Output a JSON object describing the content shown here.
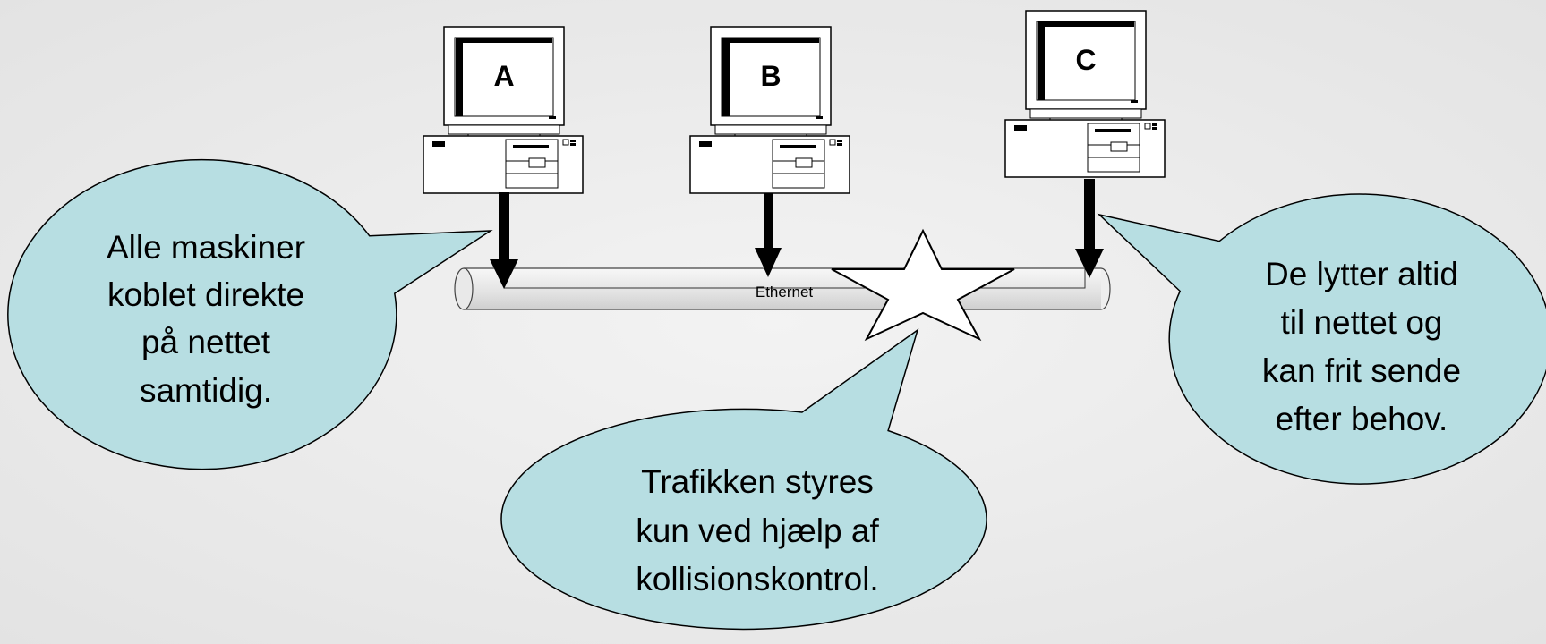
{
  "computers": [
    {
      "label": "A"
    },
    {
      "label": "B"
    },
    {
      "label": "C"
    }
  ],
  "network": {
    "label": "Ethernet"
  },
  "callouts": {
    "left": [
      "Alle maskiner",
      "koblet direkte",
      "på nettet",
      "samtidig."
    ],
    "center": [
      "Trafikken styres",
      "kun ved hjælp af",
      "kollisionskontrol."
    ],
    "right": [
      "De lytter altid",
      "til nettet og",
      "kan frit sende",
      "efter behov."
    ]
  },
  "colors": {
    "background": "#eeeeee",
    "callout_fill": "#b7dee2",
    "line": "#000000"
  }
}
